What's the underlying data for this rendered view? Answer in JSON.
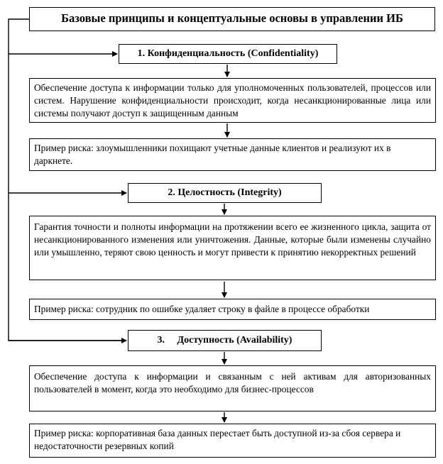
{
  "title": "Базовые принципы и концептуальные основы в управлении ИБ",
  "principles": [
    {
      "heading": "1. Конфиденциальность (Confidentiality)",
      "description": "Обеспечение доступа к информации только для уполномоченных пользователей, процессов или систем. Нарушение конфиденциальности происходит, когда несанкционированные лица или системы получают доступ к защищенным данным",
      "risk": "Пример риска: злоумышленники похищают учетные данные клиентов и реализуют их в даркнете."
    },
    {
      "heading": "2. Целостность (Integrity)",
      "description": "Гарантия точности и полноты информации на протяжении всего ее жизненного цикла, защита от несанкционированного изменения или уничтожения. Данные, которые были изменены случайно или умышленно, теряют свою ценность и могут привести к принятию некорректных решений",
      "risk": "Пример риска: сотрудник по ошибке удаляет строку в файле в процессе обработки"
    },
    {
      "heading": "3.     Доступность (Availability)",
      "description": "Обеспечение доступа к информации и связанным с ней активам для авторизованных пользователей в момент, когда это необходимо для бизнес-процессов",
      "risk": "Пример риска: корпоративная база данных перестает быть доступной из-за сбоя сервера и недостаточности резервных копий"
    }
  ],
  "colors": {
    "line": "#000000",
    "background": "#ffffff"
  }
}
